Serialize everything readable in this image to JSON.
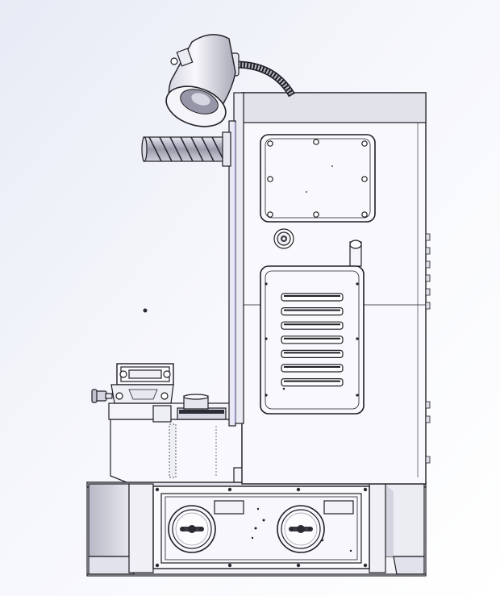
{
  "viewport": {
    "background_top": "#f3f5fb",
    "background_bottom": "#eef0f7"
  },
  "colors": {
    "outline": "#1e1e24",
    "panel_fill": "#fbfbfe",
    "body_fill": "#f9f9fd",
    "shade_light": "#e4e4ee",
    "shade_mid": "#c9c9d6",
    "shade_dark": "#8a8a9a",
    "accent_blue": "#c8c8f0"
  },
  "machine": {
    "name": "cad-hardness-tester-side-view",
    "lamp": {
      "present": true
    },
    "vent_slot_count": 7,
    "right_side_screw_count": 6,
    "front_panel_bolt_count": 8,
    "base_knob_count": 2
  }
}
